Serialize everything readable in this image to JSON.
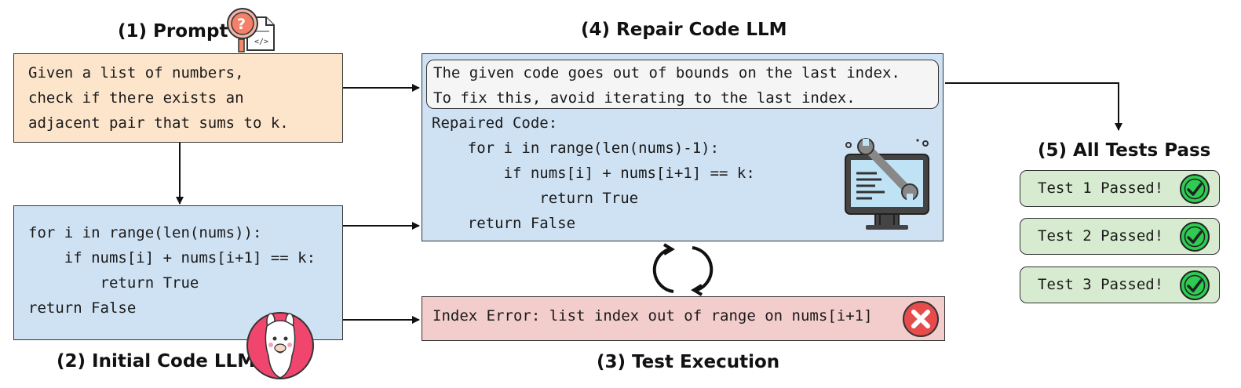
{
  "stages": {
    "prompt": {
      "title": "(1) Prompt",
      "lines": [
        "Given a list of numbers,",
        "check if there exists an",
        "adjacent pair that sums to k."
      ]
    },
    "initial": {
      "title": "(2) Initial Code LLM",
      "lines": [
        "for i in range(len(nums)):",
        "    if nums[i] + nums[i+1] == k:",
        "        return True",
        "return False"
      ]
    },
    "execution": {
      "title": "(3) Test Execution",
      "error": "Index Error: list index out of range on nums[i+1]"
    },
    "repair": {
      "title": "(4) Repair Code LLM",
      "explanation": [
        "The given code goes out of bounds on the last index.",
        "To fix this, avoid iterating to the last index."
      ],
      "repaired_label": "Repaired Code:",
      "code": [
        "    for i in range(len(nums)-1):",
        "        if nums[i] + nums[i+1] == k:",
        "            return True",
        "    return False"
      ]
    },
    "tests": {
      "title": "(5) All Tests Pass",
      "items": [
        "Test 1 Passed!",
        "Test 2 Passed!",
        "Test 3 Passed!"
      ]
    }
  },
  "icons": [
    "question-document-icon",
    "llama-avatar-icon",
    "error-x-icon",
    "monitor-wrench-icon",
    "refresh-cycle-icon",
    "check-circle-icon"
  ],
  "colors": {
    "prompt_fill": "#fde5cc",
    "code_fill": "#cfe2f3",
    "error_fill": "#f3cccc",
    "pass_fill": "#d6ebcf",
    "check_green": "#2ecc52",
    "error_red": "#e74c4c",
    "llama_pink": "#f0466e"
  }
}
